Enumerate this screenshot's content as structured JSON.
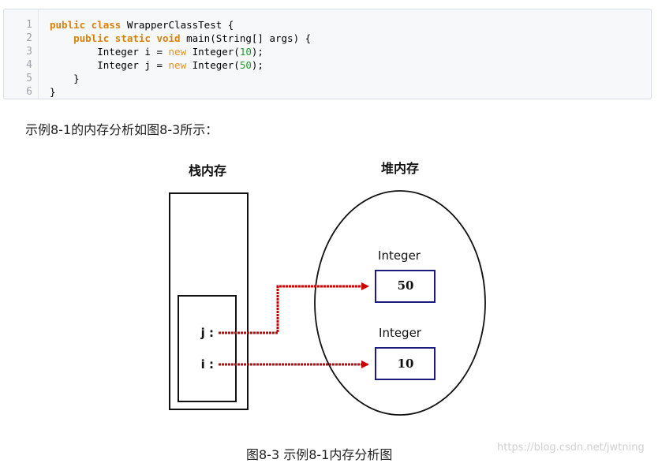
{
  "code": {
    "line_numbers": [
      "1",
      "2",
      "3",
      "4",
      "5",
      "6"
    ],
    "lines": [
      [
        {
          "t": "public class ",
          "c": "kw"
        },
        {
          "t": "WrapperClassTest {",
          "c": ""
        }
      ],
      [
        {
          "t": "    ",
          "c": ""
        },
        {
          "t": "public static void ",
          "c": "kw"
        },
        {
          "t": "main(String[] args) {",
          "c": ""
        }
      ],
      [
        {
          "t": "        Integer i = ",
          "c": ""
        },
        {
          "t": "new ",
          "c": "kwn"
        },
        {
          "t": "Integer(",
          "c": ""
        },
        {
          "t": "10",
          "c": "num"
        },
        {
          "t": ");",
          "c": ""
        }
      ],
      [
        {
          "t": "        Integer j = ",
          "c": ""
        },
        {
          "t": "new ",
          "c": "kwn"
        },
        {
          "t": "Integer(",
          "c": ""
        },
        {
          "t": "50",
          "c": "num"
        },
        {
          "t": ");",
          "c": ""
        }
      ],
      [
        {
          "t": "    }",
          "c": ""
        }
      ],
      [
        {
          "t": "}",
          "c": ""
        }
      ]
    ]
  },
  "paragraph": "示例8-1的内存分析如图8-3所示：",
  "diagram": {
    "stack_label": "栈内存",
    "heap_label": "堆内存",
    "var_j": "j :",
    "var_i": "i :",
    "obj1_type": "Integer",
    "obj1_value": "50",
    "obj2_type": "Integer",
    "obj2_value": "10",
    "colors": {
      "stroke": "#111111",
      "arrow": "#cc0000",
      "object_box": "#1a1a80"
    }
  },
  "caption": "图8-3 示例8-1内存分析图",
  "watermark": "https://blog.csdn.net/jwtning"
}
